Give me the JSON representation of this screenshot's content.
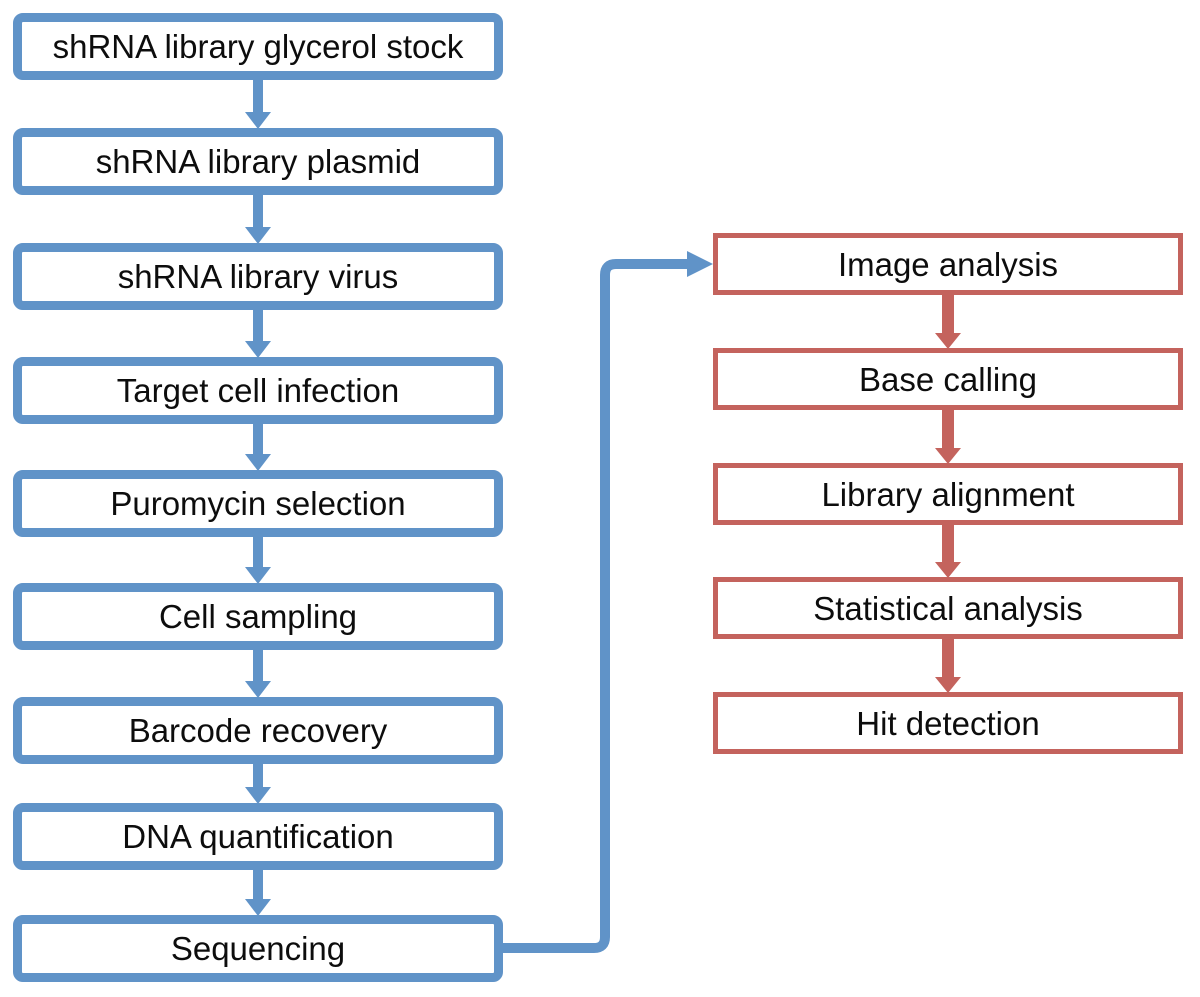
{
  "page": {
    "background_color": "#FFFFFF",
    "text_color": "#0D0D0D"
  },
  "flowchart": {
    "left_branch": {
      "accent_color": "#6093C8",
      "steps": [
        "shRNA library glycerol stock",
        "shRNA library plasmid",
        "shRNA library virus",
        "Target cell infection",
        "Puromycin selection",
        "Cell sampling",
        "Barcode recovery",
        "DNA quantification",
        "Sequencing"
      ]
    },
    "right_branch": {
      "accent_color": "#C4635D",
      "steps": [
        "Image analysis",
        "Base calling",
        "Library alignment",
        "Statistical analysis",
        "Hit detection"
      ]
    },
    "connector": {
      "color": "#6093C8",
      "from": "Sequencing",
      "to": "Image analysis"
    }
  }
}
